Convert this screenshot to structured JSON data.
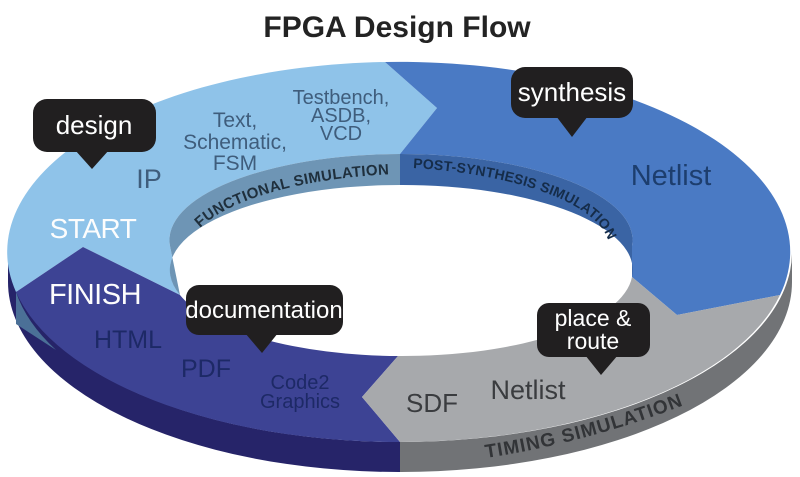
{
  "title": "FPGA Design Flow",
  "colors": {
    "page_bg": "#ffffff",
    "title_text": "#232323",
    "design_fill": "#8fc3e9",
    "synthesis_fill": "#4a7ac4",
    "place_route_fill": "#a7a9ac",
    "documentation_fill": "#3d4394",
    "functional_band_fill": "#6e95b5",
    "post_synthesis_band_fill": "#3a64a4",
    "hole_fill": "#ffffff",
    "side_documentation_fill": "#262469",
    "side_place_route_fill": "#717376",
    "side_design_fill": "#4b7097",
    "callout_fill": "#211f20",
    "callout_text": "#ffffff",
    "design_text": "#3f5d7c",
    "start_finish_text": "#fdfdfd",
    "synthesis_text": "#1d3e6e",
    "documentation_text": "#1d2966",
    "place_route_text": "#3a3c3f",
    "functional_band_text": "#1f2f3c",
    "post_synthesis_band_text": "#152c49",
    "timing_band_text": "#323437"
  },
  "stages": {
    "design": {
      "callout": "design",
      "start_label": "START",
      "ip_label": "IP",
      "entry_lines": [
        "Text,",
        "Schematic,",
        "FSM"
      ],
      "testbench_lines": [
        "Testbench,",
        "ASDB,",
        "VCD"
      ],
      "band_label": "FUNCTIONAL SIMULATION"
    },
    "synthesis": {
      "callout": "synthesis",
      "artifact": "Netlist",
      "band_label": "POST-SYNTHESIS SIMULATION"
    },
    "place_route": {
      "callout_lines": [
        "place &",
        "route"
      ],
      "artifact": "Netlist",
      "sdf_label": "SDF",
      "band_label": "TIMING SIMULATION"
    },
    "documentation": {
      "callout": "documentation",
      "finish_label": "FINISH",
      "output_html": "HTML",
      "output_pdf": "PDF",
      "tool_lines": [
        "Code2",
        "Graphics"
      ]
    }
  }
}
